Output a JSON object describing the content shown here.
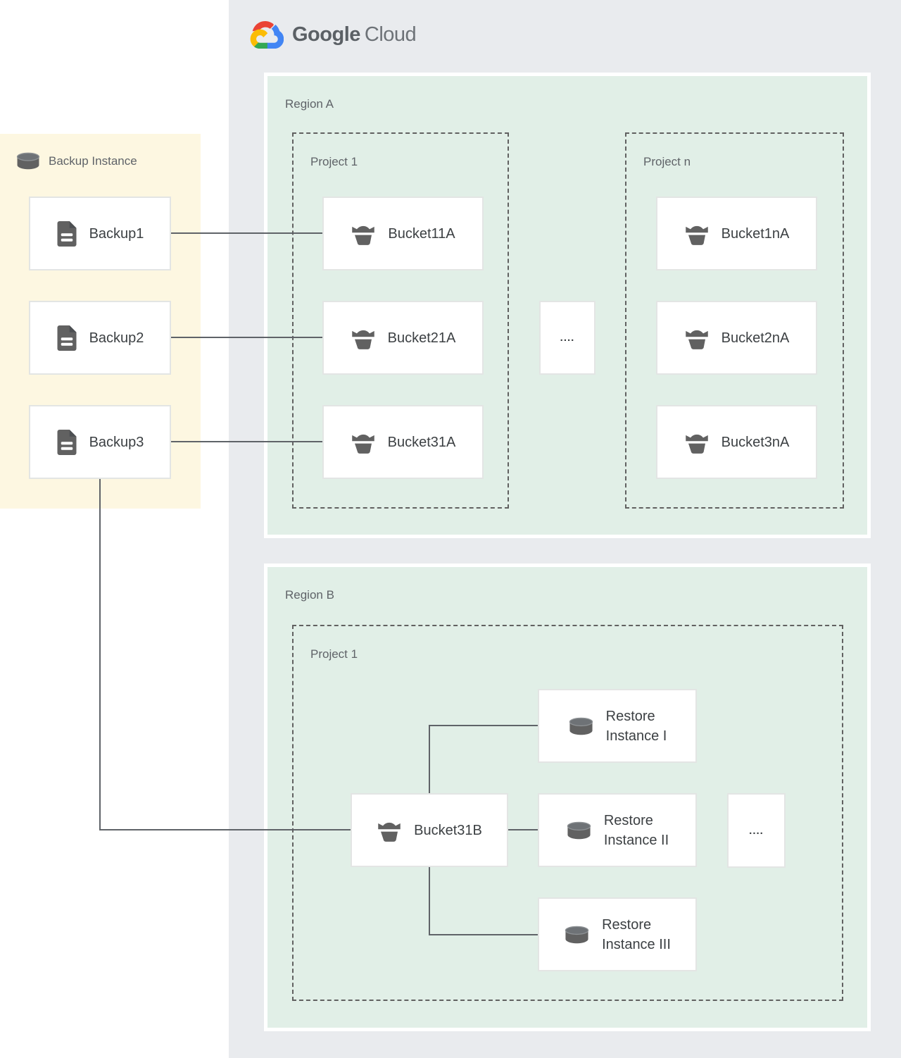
{
  "logo": {
    "brand_primary": "Google",
    "brand_secondary": "Cloud"
  },
  "backup_panel": {
    "title": "Backup Instance",
    "items": [
      {
        "label": "Backup1"
      },
      {
        "label": "Backup2"
      },
      {
        "label": "Backup3"
      }
    ]
  },
  "region_a": {
    "label": "Region A",
    "project_1": {
      "label": "Project 1",
      "buckets": [
        "Bucket11A",
        "Bucket21A",
        "Bucket31A"
      ]
    },
    "project_n": {
      "label": "Project n",
      "buckets": [
        "Bucket1nA",
        "Bucket2nA",
        "Bucket3nA"
      ]
    },
    "ellipsis": "...."
  },
  "region_b": {
    "label": "Region B",
    "project_1": {
      "label": "Project 1",
      "bucket": "Bucket31B",
      "restore_instances": [
        "Restore\nInstance I",
        "Restore\nInstance II",
        "Restore\nInstance III"
      ],
      "ellipsis": "...."
    }
  },
  "colors": {
    "google_cloud_bg": "#e9ebee",
    "region_bg": "#e1efe7",
    "backup_panel_bg": "#fdf7e1",
    "connector": "#5f6368",
    "icon_gray": "#616161",
    "logo_red": "#ea4335",
    "logo_blue": "#4285f4",
    "logo_green": "#34a853",
    "logo_yellow": "#fbbc05"
  }
}
